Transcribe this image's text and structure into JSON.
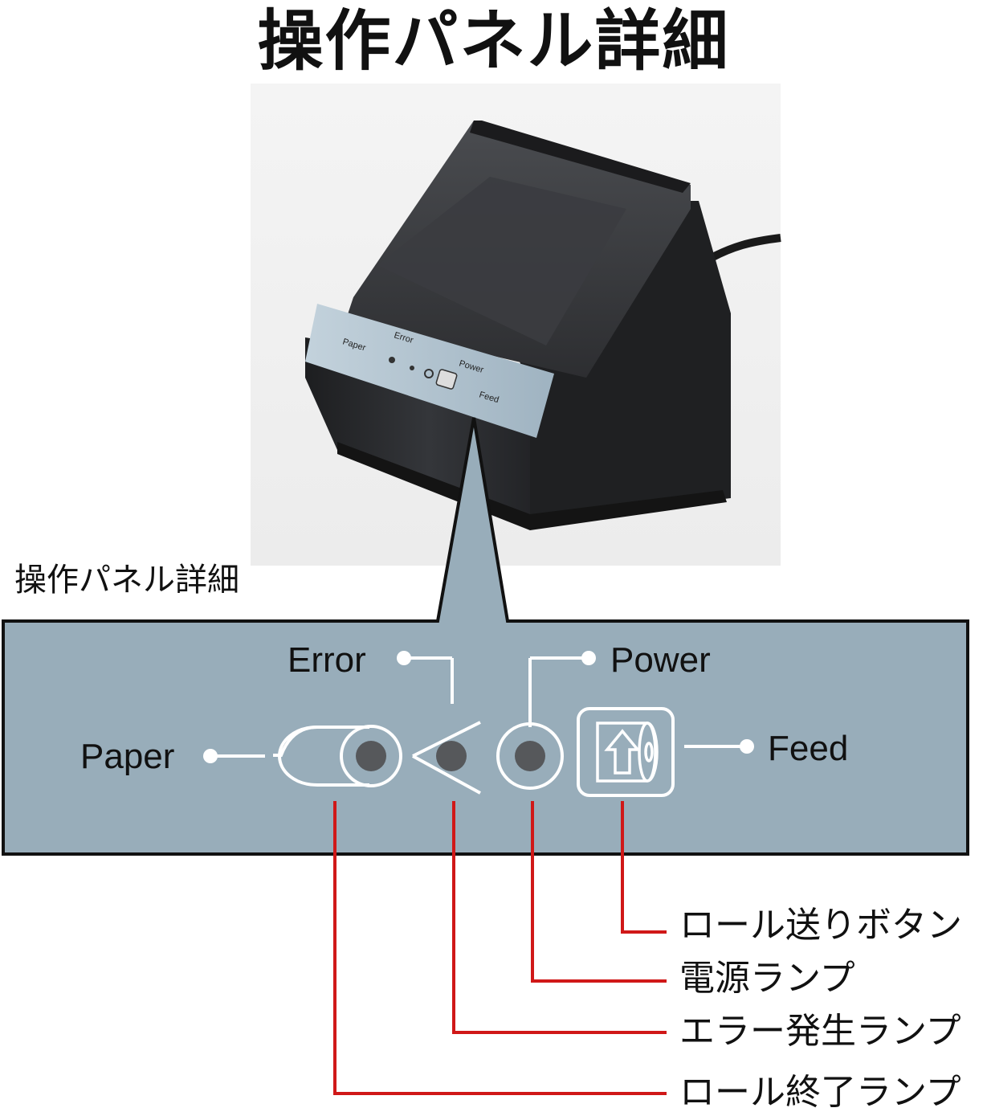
{
  "title": "操作パネル詳細",
  "subtitle": "操作パネル詳細",
  "printer_panel": {
    "paper_label": "Paper",
    "error_label": "Error",
    "power_label": "Power",
    "feed_label": "Feed"
  },
  "panel": {
    "error_label": "Error",
    "power_label": "Power",
    "paper_label": "Paper",
    "feed_label": "Feed"
  },
  "callouts": [
    "ロール送りボタン",
    "電源ランプ",
    "エラー発生ランプ",
    "ロール終了ランプ"
  ],
  "colors": {
    "panel_fill": "#98adba",
    "panel_border": "#111111",
    "leader_red": "#d01818",
    "printer_body": "#2a2b2e",
    "label_face": "#a9bcc9"
  }
}
